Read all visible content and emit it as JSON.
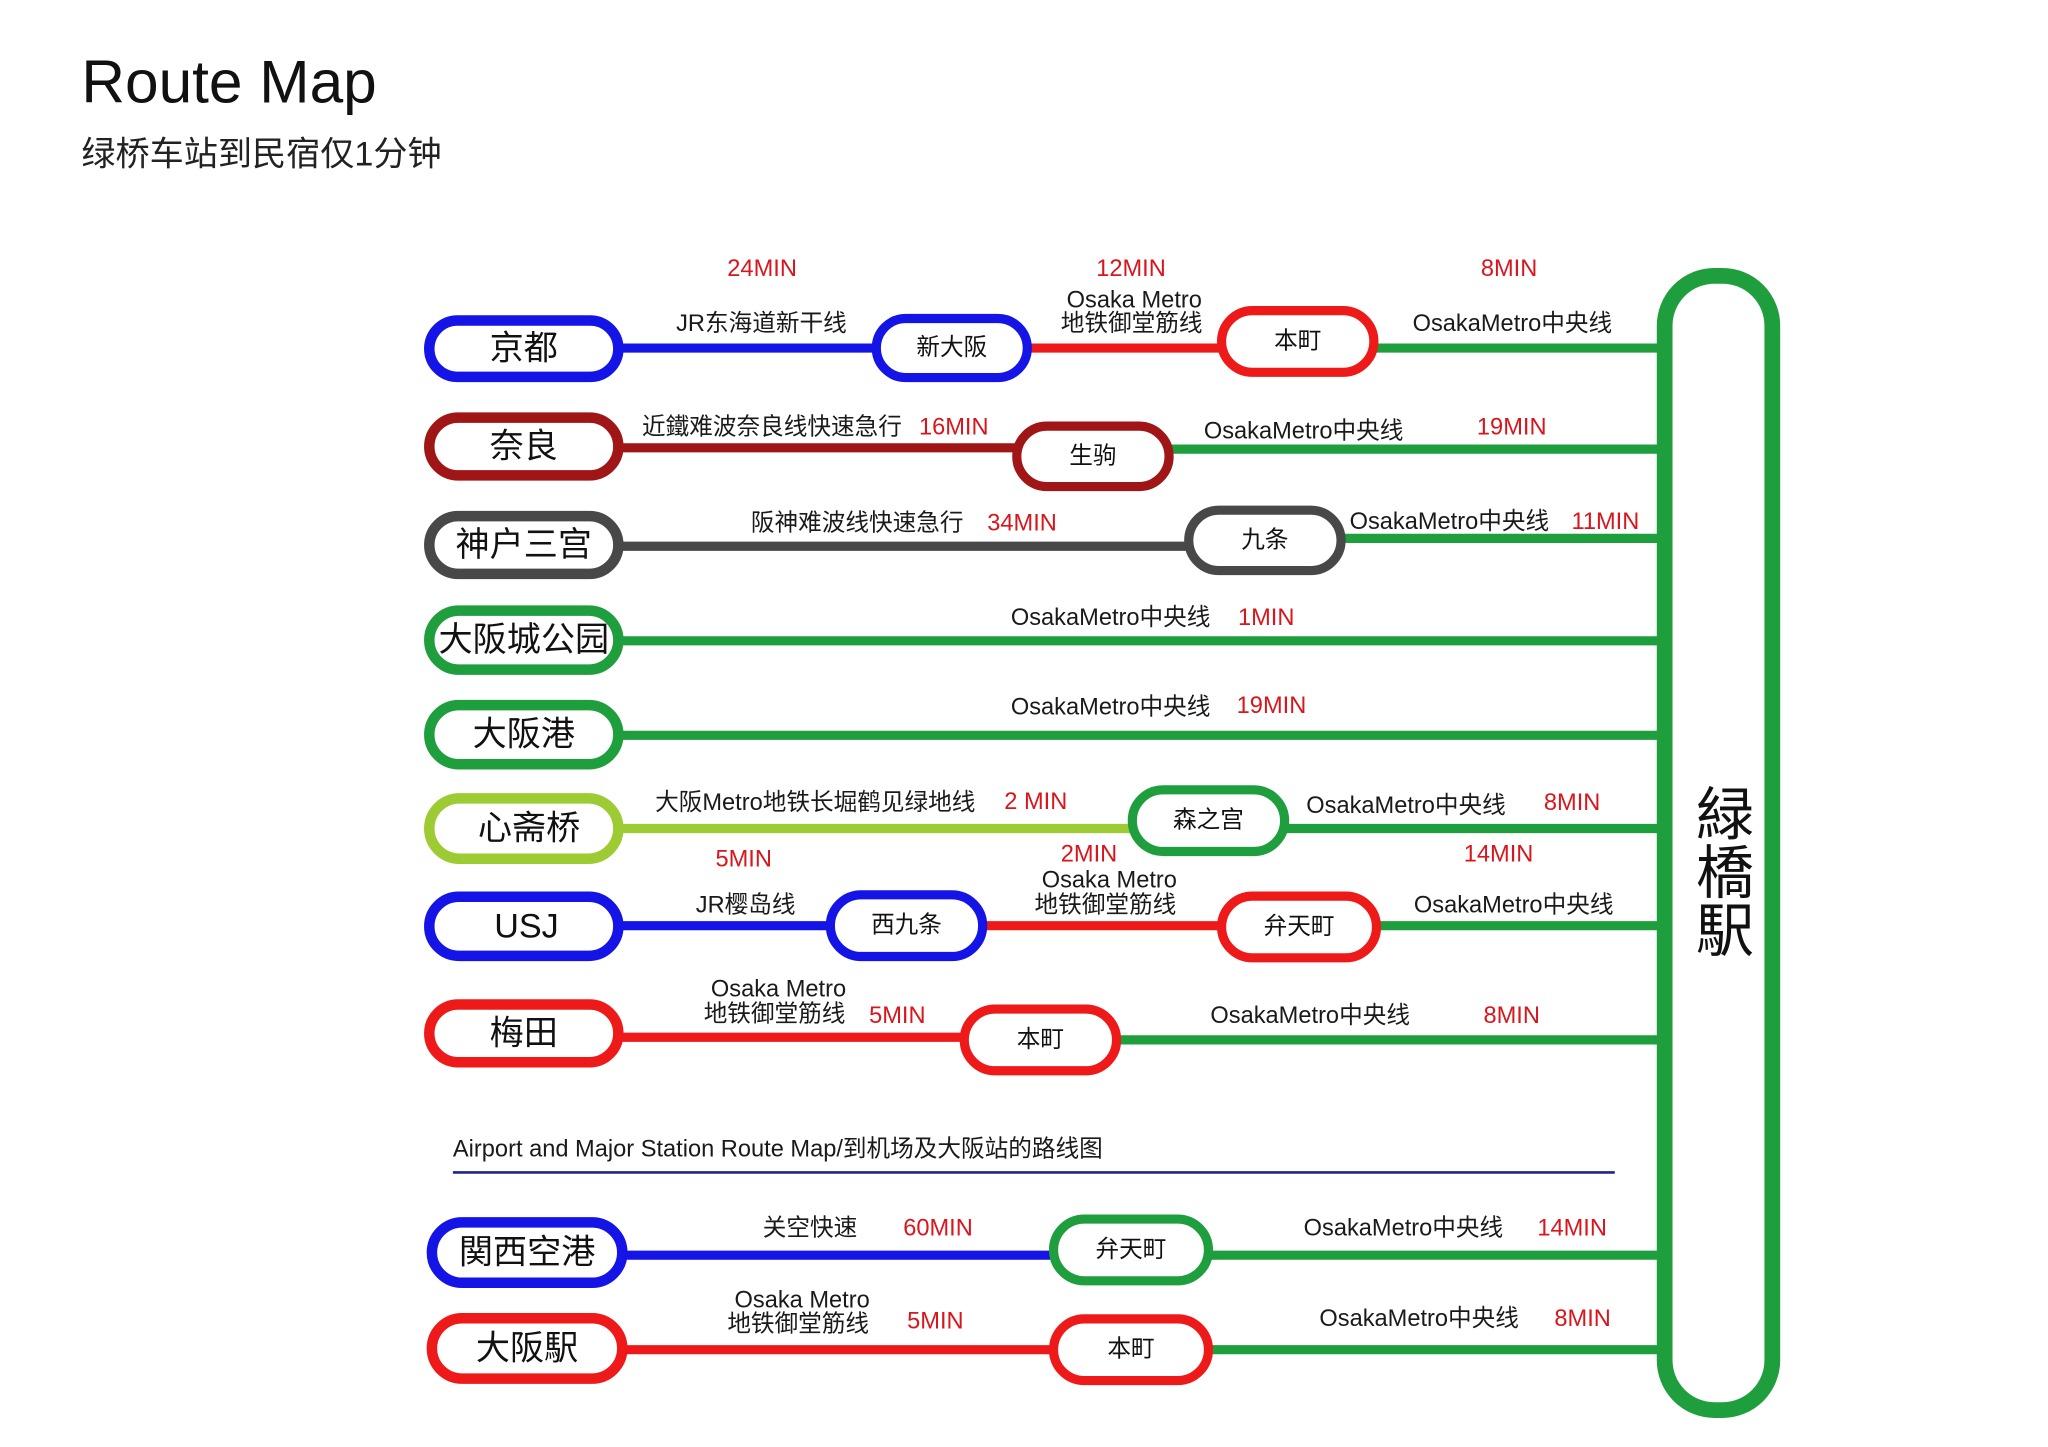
{
  "title": "Route Map",
  "subtitle": "绿桥车站到民宿仅1分钟",
  "destination": "緑橋駅",
  "palette": {
    "blue": "#1414e6",
    "red": "#ee1a1a",
    "dark_red": "#a01515",
    "gray": "#484848",
    "green": "#1f9e3e",
    "yellow_green": "#9ccb33",
    "time_red": "#d8161b",
    "rule_navy": "#22228e"
  },
  "routes": [
    {
      "origin": "京都",
      "legs": [
        {
          "line": [
            "JR东海道新干线"
          ],
          "time": "24MIN",
          "to": "新大阪"
        },
        {
          "line": [
            "Osaka Metro",
            "地铁御堂筋线"
          ],
          "time": "12MIN",
          "to": "本町"
        },
        {
          "line": [
            "OsakaMetro中央线"
          ],
          "time": "8MIN"
        }
      ]
    },
    {
      "origin": "奈良",
      "legs": [
        {
          "line": [
            "近鐵难波奈良线快速急行"
          ],
          "time": "16MIN",
          "to": "生驹"
        },
        {
          "line": [
            "OsakaMetro中央线"
          ],
          "time": "19MIN"
        }
      ]
    },
    {
      "origin": "神户三宫",
      "legs": [
        {
          "line": [
            "阪神难波线快速急行"
          ],
          "time": "34MIN",
          "to": "九条"
        },
        {
          "line": [
            "OsakaMetro中央线"
          ],
          "time": "11MIN"
        }
      ]
    },
    {
      "origin": "大阪城公园",
      "legs": [
        {
          "line": [
            "OsakaMetro中央线"
          ],
          "time": "1MIN"
        }
      ]
    },
    {
      "origin": "大阪港",
      "legs": [
        {
          "line": [
            "OsakaMetro中央线"
          ],
          "time": "19MIN"
        }
      ]
    },
    {
      "origin": "心斋桥",
      "legs": [
        {
          "line": [
            "大阪Metro地铁长堀鹤见绿地线"
          ],
          "time": "2 MIN",
          "to": "森之宫"
        },
        {
          "line": [
            "OsakaMetro中央线"
          ],
          "time": "8MIN"
        }
      ]
    },
    {
      "origin": "USJ",
      "legs": [
        {
          "line": [
            "JR樱岛线"
          ],
          "time": "5MIN",
          "to": "西九条"
        },
        {
          "line": [
            "Osaka Metro",
            "地铁御堂筋线"
          ],
          "time": "2MIN",
          "to": "弁天町"
        },
        {
          "line": [
            "OsakaMetro中央线"
          ],
          "time": "14MIN"
        }
      ]
    },
    {
      "origin": "梅田",
      "legs": [
        {
          "line": [
            "Osaka Metro",
            "地铁御堂筋线"
          ],
          "time": "5MIN",
          "to": "本町"
        },
        {
          "line": [
            "OsakaMetro中央线"
          ],
          "time": "8MIN"
        }
      ]
    }
  ],
  "airport_section": {
    "title": "Airport and Major Station Route Map/到机场及大阪站的路线图",
    "routes": [
      {
        "origin": "関西空港",
        "legs": [
          {
            "line": [
              "关空快速"
            ],
            "time": "60MIN",
            "to": "弁天町"
          },
          {
            "line": [
              "OsakaMetro中央线"
            ],
            "time": "14MIN"
          }
        ]
      },
      {
        "origin": "大阪駅",
        "legs": [
          {
            "line": [
              "Osaka Metro",
              "地铁御堂筋线"
            ],
            "time": "5MIN",
            "to": "本町"
          },
          {
            "line": [
              "OsakaMetro中央线"
            ],
            "time": "8MIN"
          }
        ]
      }
    ]
  }
}
